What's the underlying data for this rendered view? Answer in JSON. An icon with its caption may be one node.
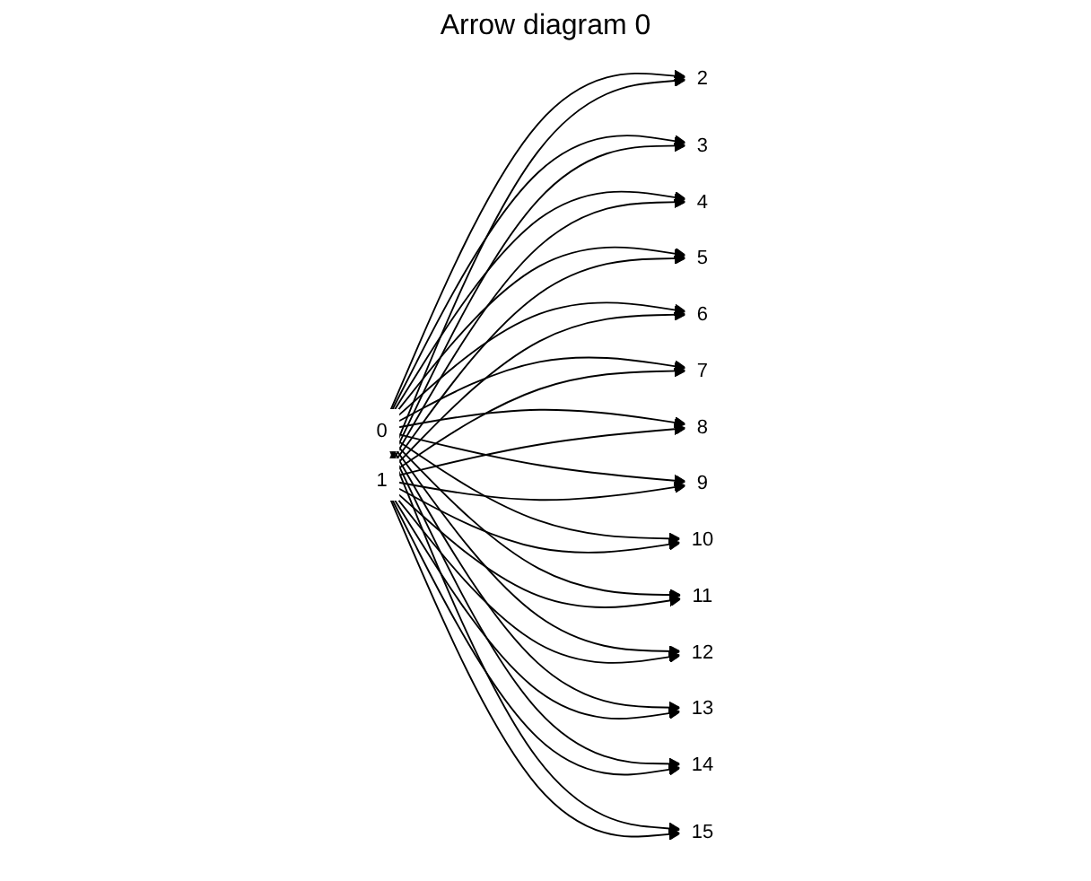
{
  "diagram": {
    "title": "Arrow diagram 0",
    "nodes": [
      {
        "text": [
          "0"
        ]
      },
      {
        "text": [
          "1"
        ]
      },
      {
        "text": [
          "2"
        ]
      },
      {
        "text": [
          "3"
        ]
      },
      {
        "text": [
          "4"
        ]
      },
      {
        "text": [
          "5"
        ]
      },
      {
        "text": [
          "6"
        ]
      },
      {
        "text": [
          "7"
        ]
      },
      {
        "text": [
          "8"
        ]
      },
      {
        "text": [
          "9"
        ]
      },
      {
        "text": [
          "10"
        ]
      },
      {
        "text": [
          "11"
        ]
      },
      {
        "text": [
          "12"
        ]
      },
      {
        "text": [
          "13"
        ]
      },
      {
        "text": [
          "14"
        ]
      },
      {
        "text": [
          "15"
        ]
      }
    ],
    "edges": [
      {
        "from": 0,
        "to": 2,
        "arrow": "to"
      },
      {
        "from": 1,
        "to": 2,
        "arrow": "to"
      },
      {
        "from": 0,
        "to": 3,
        "arrow": "to"
      },
      {
        "from": 1,
        "to": 3,
        "arrow": "to"
      },
      {
        "from": 0,
        "to": 4,
        "arrow": "to"
      },
      {
        "from": 1,
        "to": 4,
        "arrow": "to"
      },
      {
        "from": 0,
        "to": 5,
        "arrow": "to"
      },
      {
        "from": 1,
        "to": 5,
        "arrow": "to"
      },
      {
        "from": 0,
        "to": 6,
        "arrow": "to"
      },
      {
        "from": 1,
        "to": 6,
        "arrow": "to"
      },
      {
        "from": 0,
        "to": 7,
        "arrow": "to"
      },
      {
        "from": 1,
        "to": 7,
        "arrow": "to"
      },
      {
        "from": 0,
        "to": 8,
        "arrow": "to"
      },
      {
        "from": 1,
        "to": 8,
        "arrow": "to"
      },
      {
        "from": 0,
        "to": 9,
        "arrow": "to"
      },
      {
        "from": 1,
        "to": 9,
        "arrow": "to"
      },
      {
        "from": 0,
        "to": 10,
        "arrow": "to"
      },
      {
        "from": 1,
        "to": 10,
        "arrow": "to"
      },
      {
        "from": 0,
        "to": 11,
        "arrow": "to"
      },
      {
        "from": 1,
        "to": 11,
        "arrow": "to"
      },
      {
        "from": 0,
        "to": 12,
        "arrow": "to"
      },
      {
        "from": 1,
        "to": 12,
        "arrow": "to"
      },
      {
        "from": 0,
        "to": 13,
        "arrow": "to"
      },
      {
        "from": 1,
        "to": 13,
        "arrow": "to"
      },
      {
        "from": 0,
        "to": 14,
        "arrow": "to"
      },
      {
        "from": 1,
        "to": 14,
        "arrow": "to"
      },
      {
        "from": 0,
        "to": 15,
        "arrow": "to"
      },
      {
        "from": 1,
        "to": 15,
        "arrow": "to"
      }
    ]
  }
}
